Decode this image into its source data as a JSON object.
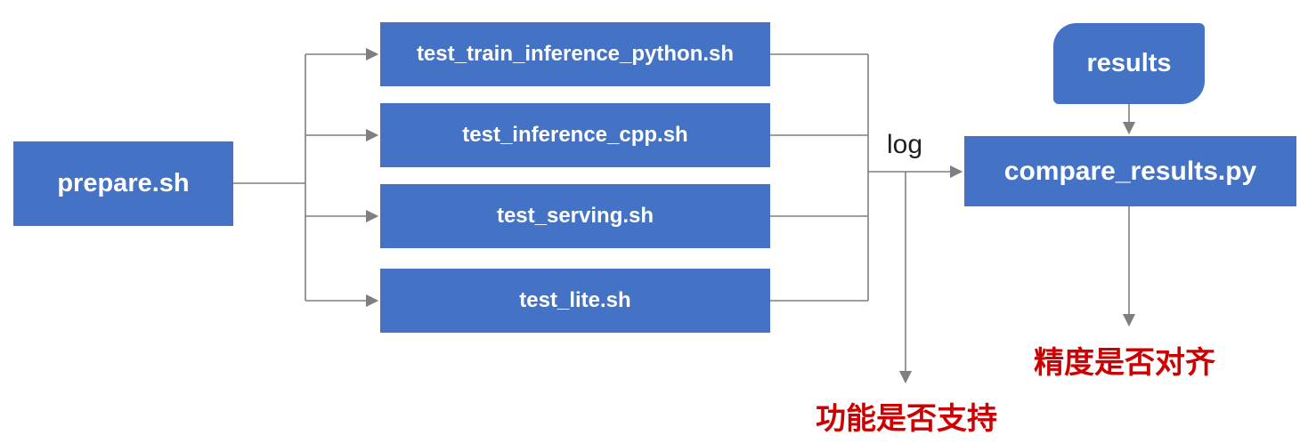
{
  "diagram": {
    "nodes": {
      "prepare": {
        "label": "prepare.sh",
        "shape": "rect"
      },
      "tests": [
        {
          "label": "test_train_inference_python.sh",
          "shape": "rect"
        },
        {
          "label": "test_inference_cpp.sh",
          "shape": "rect"
        },
        {
          "label": "test_serving.sh",
          "shape": "rect"
        },
        {
          "label": "test_lite.sh",
          "shape": "rect"
        }
      ],
      "results": {
        "label": "results",
        "shape": "round-diagonal-corner-rect"
      },
      "compare": {
        "label": "compare_results.py",
        "shape": "rect"
      }
    },
    "edge_labels": {
      "log": "log"
    },
    "outputs": {
      "function_support": "功能是否支持",
      "precision_aligned": "精度是否对齐"
    },
    "colors": {
      "node_fill": "#4472C4",
      "node_text": "#FFFFFF",
      "connector": "#7F7F7F",
      "log_text": "#1F1F1F",
      "alert_text": "#CC0000",
      "background": "#FFFFFF"
    }
  }
}
